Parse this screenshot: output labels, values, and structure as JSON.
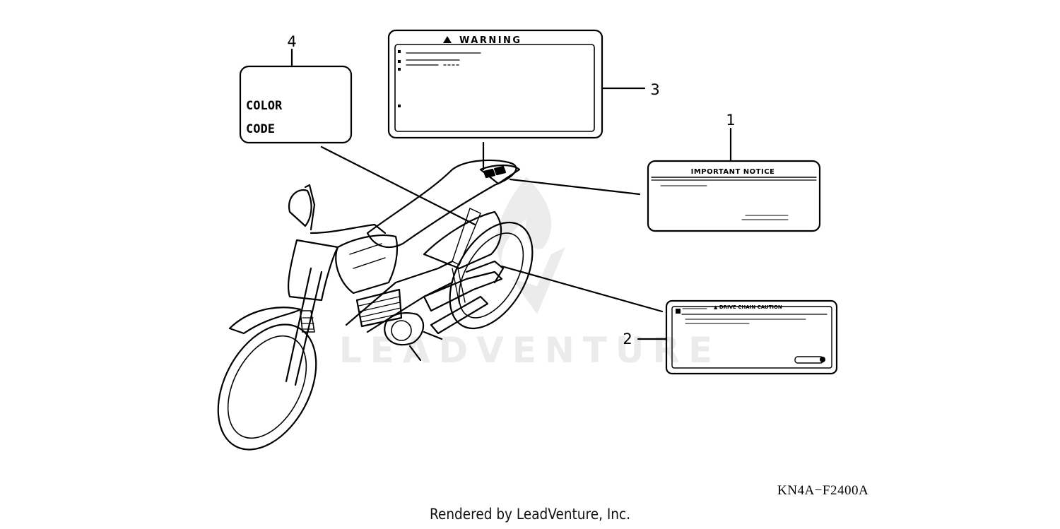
{
  "watermark": {
    "text": "LEADVENTURE"
  },
  "callouts": {
    "c1": "1",
    "c2": "2",
    "c3": "3",
    "c4": "4"
  },
  "label_color_code": {
    "line1": "COLOR",
    "line2": "CODE"
  },
  "label_warning": {
    "title": "WARNING"
  },
  "label_notice": {
    "title": "IMPORTANT NOTICE"
  },
  "label_chain": {
    "title": "DRIVE CHAIN CAUTION"
  },
  "footer": {
    "diagram_code": "KN4A−F2400A",
    "credit": "Rendered by LeadVenture, Inc."
  }
}
